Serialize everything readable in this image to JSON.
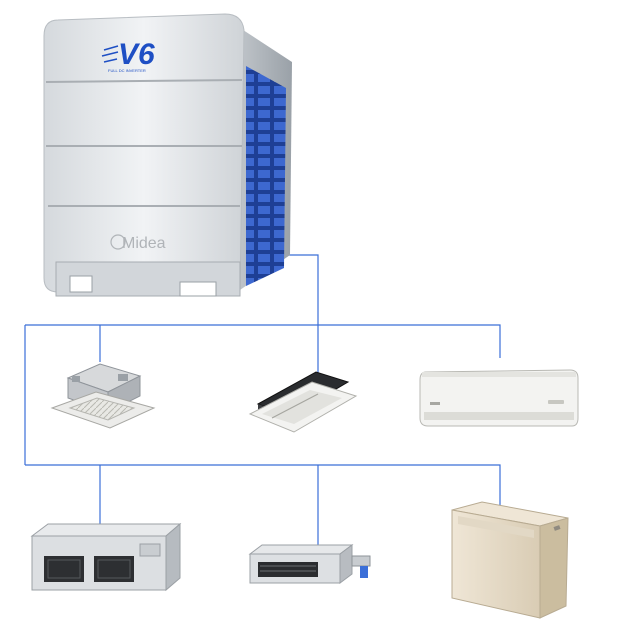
{
  "outdoor_unit": {
    "model_badge": "V6",
    "badge_tagline": "FULL DC INVERTER",
    "brand": "Midea"
  },
  "indoor_units": [
    {
      "type": "four-way-cassette"
    },
    {
      "type": "one-way-cassette"
    },
    {
      "type": "wall-mounted"
    },
    {
      "type": "high-static-duct"
    },
    {
      "type": "slim-duct"
    },
    {
      "type": "floor-standing-console"
    }
  ],
  "colors": {
    "pipe_line": "#3b6fd8",
    "unit_body": "#e4e7ea",
    "coil": "#2f55b8",
    "badge": "#1e4fc4"
  }
}
